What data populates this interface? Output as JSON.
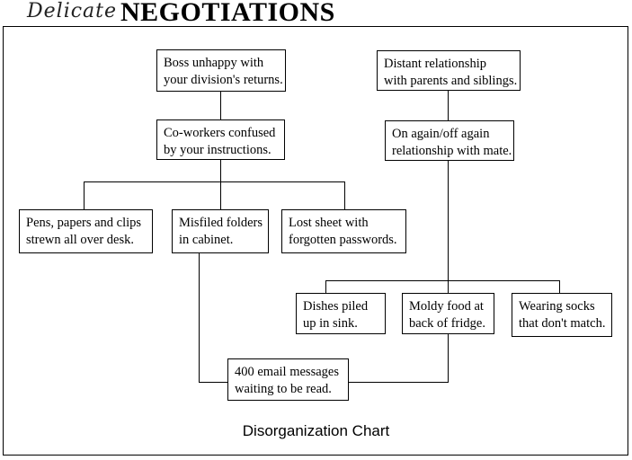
{
  "header": {
    "script_word": "Delicate",
    "title": "NEGOTIATIONS"
  },
  "nodes": {
    "boss": "Boss unhappy with\nyour division's returns.",
    "coworkers": "Co-workers confused\nby your instructions.",
    "pens": "Pens, papers and clips\nstrewn all over desk.",
    "folders": "Misfiled folders\nin cabinet.",
    "passwords": "Lost sheet with\nforgotten passwords.",
    "distant": "Distant relationship\nwith parents and siblings.",
    "onoff": "On again/off again\nrelationship with mate.",
    "dishes": "Dishes piled\nup in sink.",
    "moldy": "Moldy food at\nback of fridge.",
    "socks": "Wearing socks\nthat don't match.",
    "email": "400 email messages\nwaiting to be read."
  },
  "caption": "Disorganization Chart"
}
